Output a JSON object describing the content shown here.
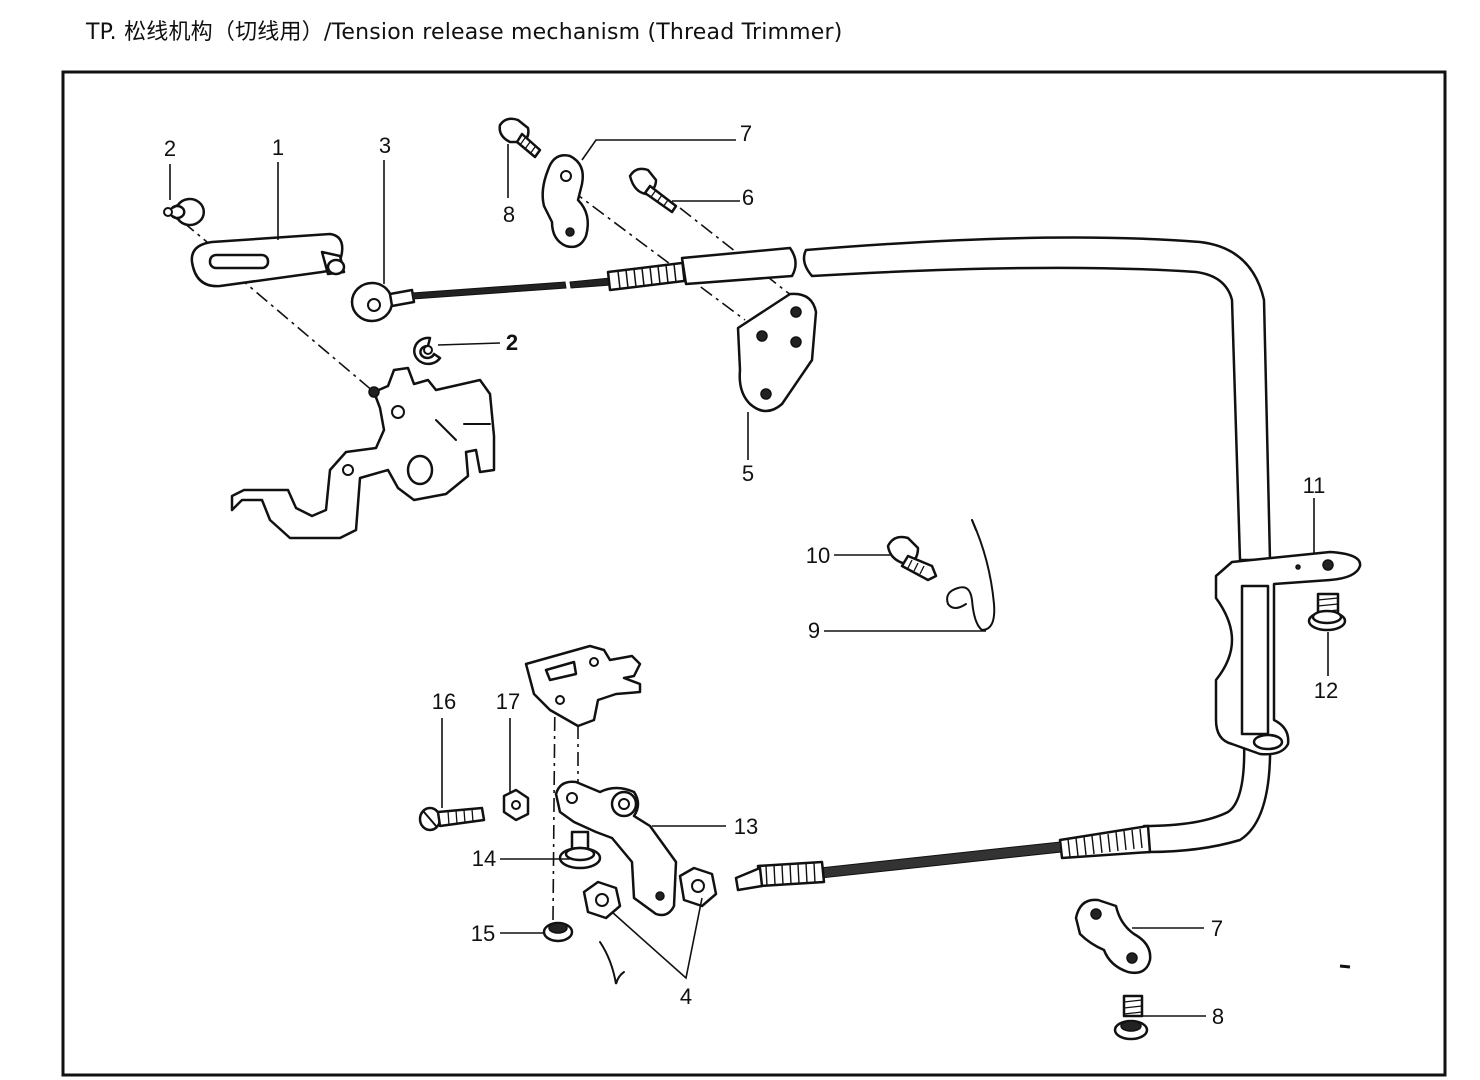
{
  "title": "TP. 松线机构（切线用）/Tension release mechanism (Thread Trimmer)",
  "callouts": [
    {
      "id": "c2a",
      "text": "2"
    },
    {
      "id": "c1",
      "text": "1"
    },
    {
      "id": "c3",
      "text": "3"
    },
    {
      "id": "c8a",
      "text": "8"
    },
    {
      "id": "c7a",
      "text": "7"
    },
    {
      "id": "c6",
      "text": "6"
    },
    {
      "id": "c2b",
      "text": "2"
    },
    {
      "id": "c5",
      "text": "5"
    },
    {
      "id": "c11",
      "text": "11"
    },
    {
      "id": "c10",
      "text": "10"
    },
    {
      "id": "c9",
      "text": "9"
    },
    {
      "id": "c12",
      "text": "12"
    },
    {
      "id": "c16",
      "text": "16"
    },
    {
      "id": "c17",
      "text": "17"
    },
    {
      "id": "c13",
      "text": "13"
    },
    {
      "id": "c14",
      "text": "14"
    },
    {
      "id": "c15",
      "text": "15"
    },
    {
      "id": "c4",
      "text": "4"
    },
    {
      "id": "c7b",
      "text": "7"
    },
    {
      "id": "c8b",
      "text": "8"
    }
  ]
}
